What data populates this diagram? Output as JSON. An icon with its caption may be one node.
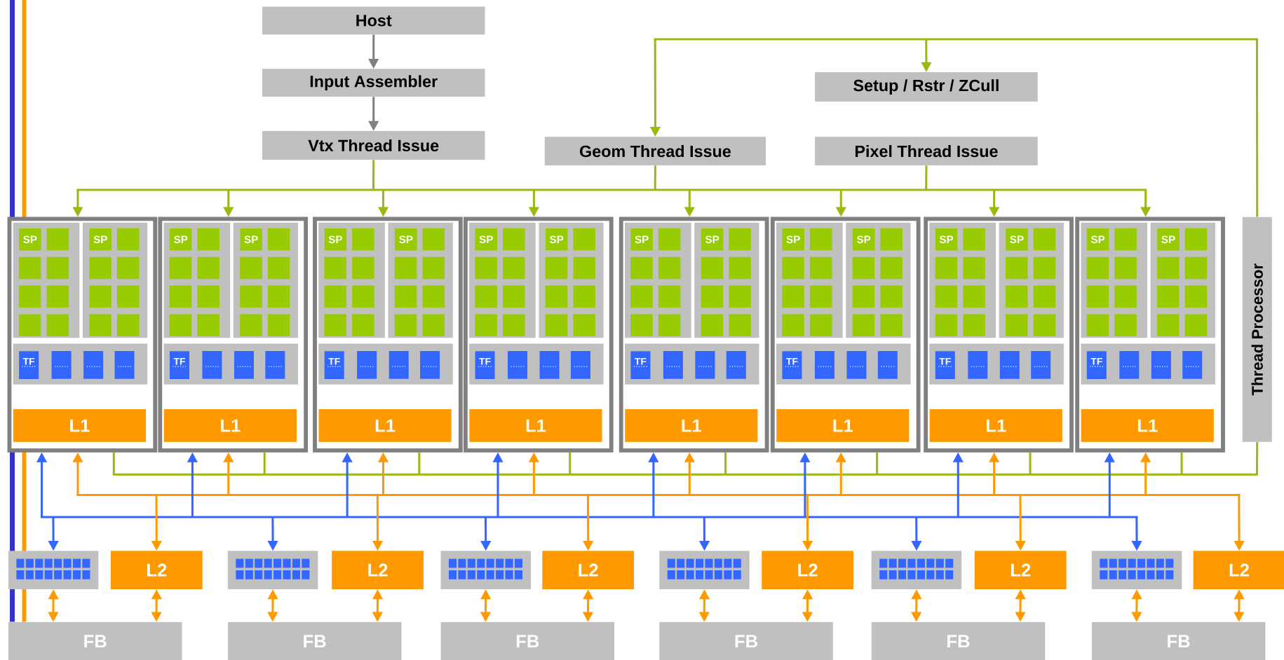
{
  "diagram": {
    "nodes": [
      {
        "text": [
          "Host"
        ]
      },
      {
        "text": [
          "Input Assembler"
        ]
      },
      {
        "text": [
          "Vtx Thread Issue"
        ]
      },
      {
        "text": [
          "Geom Thread Issue"
        ]
      },
      {
        "text": [
          "Setup / Rstr / ZCull"
        ]
      },
      {
        "text": [
          "Pixel Thread Issue"
        ]
      },
      {
        "text": [
          "Thread Processor"
        ]
      },
      {
        "text": [],
        "shape": "box"
      },
      {
        "text": [
          "SP"
        ],
        "in": 7
      },
      {
        "text": [
          "SP"
        ],
        "in": 7
      },
      {
        "text": [
          "TF"
        ],
        "in": 7
      },
      {
        "text": [
          "L1"
        ],
        "in": 7
      },
      {
        "text": [],
        "shape": "box"
      },
      {
        "text": [
          "SP"
        ],
        "in": 12
      },
      {
        "text": [
          "SP"
        ],
        "in": 12
      },
      {
        "text": [
          "TF"
        ],
        "in": 12
      },
      {
        "text": [
          "L1"
        ],
        "in": 12
      },
      {
        "text": [],
        "shape": "box"
      },
      {
        "text": [
          "SP"
        ],
        "in": 17
      },
      {
        "text": [
          "SP"
        ],
        "in": 17
      },
      {
        "text": [
          "TF"
        ],
        "in": 17
      },
      {
        "text": [
          "L1"
        ],
        "in": 17
      },
      {
        "text": [],
        "shape": "box"
      },
      {
        "text": [
          "SP"
        ],
        "in": 22
      },
      {
        "text": [
          "SP"
        ],
        "in": 22
      },
      {
        "text": [
          "TF"
        ],
        "in": 22
      },
      {
        "text": [
          "L1"
        ],
        "in": 22
      },
      {
        "text": [],
        "shape": "box"
      },
      {
        "text": [
          "SP"
        ],
        "in": 27
      },
      {
        "text": [
          "SP"
        ],
        "in": 27
      },
      {
        "text": [
          "TF"
        ],
        "in": 27
      },
      {
        "text": [
          "L1"
        ],
        "in": 27
      },
      {
        "text": [],
        "shape": "box"
      },
      {
        "text": [
          "SP"
        ],
        "in": 32
      },
      {
        "text": [
          "SP"
        ],
        "in": 32
      },
      {
        "text": [
          "TF"
        ],
        "in": 32
      },
      {
        "text": [
          "L1"
        ],
        "in": 32
      },
      {
        "text": [],
        "shape": "box"
      },
      {
        "text": [
          "SP"
        ],
        "in": 37
      },
      {
        "text": [
          "SP"
        ],
        "in": 37
      },
      {
        "text": [
          "TF"
        ],
        "in": 37
      },
      {
        "text": [
          "L1"
        ],
        "in": 37
      },
      {
        "text": [],
        "shape": "box"
      },
      {
        "text": [
          "SP"
        ],
        "in": 42
      },
      {
        "text": [
          "SP"
        ],
        "in": 42
      },
      {
        "text": [
          "TF"
        ],
        "in": 42
      },
      {
        "text": [
          "L1"
        ],
        "in": 42
      },
      {
        "text": [],
        "shape": "box"
      },
      {
        "text": [
          "L2"
        ]
      },
      {
        "text": [],
        "shape": "box"
      },
      {
        "text": [
          "L2"
        ]
      },
      {
        "text": [],
        "shape": "box"
      },
      {
        "text": [
          "L2"
        ]
      },
      {
        "text": [],
        "shape": "box"
      },
      {
        "text": [
          "L2"
        ]
      },
      {
        "text": [],
        "shape": "box"
      },
      {
        "text": [
          "L2"
        ]
      },
      {
        "text": [],
        "shape": "box"
      },
      {
        "text": [
          "L2"
        ]
      },
      {
        "text": [
          "FB"
        ]
      },
      {
        "text": [
          "FB"
        ]
      },
      {
        "text": [
          "FB"
        ]
      },
      {
        "text": [
          "FB"
        ]
      },
      {
        "text": [
          "FB"
        ]
      },
      {
        "text": [
          "FB"
        ]
      }
    ],
    "edges": [
      {
        "from": 0,
        "to": 1,
        "arrow": "to",
        "color": "#808080"
      },
      {
        "from": 1,
        "to": 2,
        "arrow": "to",
        "color": "#808080"
      },
      {
        "from": 2,
        "to": 7,
        "arrow": "to",
        "color": "#99bb11"
      },
      {
        "from": 2,
        "to": 12,
        "arrow": "to",
        "color": "#99bb11"
      },
      {
        "from": 2,
        "to": 17,
        "arrow": "to",
        "color": "#99bb11"
      },
      {
        "from": 2,
        "to": 22,
        "arrow": "to",
        "color": "#99bb11"
      },
      {
        "from": 2,
        "to": 27,
        "arrow": "to",
        "color": "#99bb11"
      },
      {
        "from": 2,
        "to": 32,
        "arrow": "to",
        "color": "#99bb11"
      },
      {
        "from": 2,
        "to": 37,
        "arrow": "to",
        "color": "#99bb11"
      },
      {
        "from": 2,
        "to": 42,
        "arrow": "to",
        "color": "#99bb11"
      },
      {
        "from": 3,
        "to": 7,
        "arrow": "to",
        "color": "#99bb11"
      },
      {
        "from": 3,
        "to": 12,
        "arrow": "to",
        "color": "#99bb11"
      },
      {
        "from": 3,
        "to": 17,
        "arrow": "to",
        "color": "#99bb11"
      },
      {
        "from": 3,
        "to": 22,
        "arrow": "to",
        "color": "#99bb11"
      },
      {
        "from": 3,
        "to": 27,
        "arrow": "to",
        "color": "#99bb11"
      },
      {
        "from": 3,
        "to": 32,
        "arrow": "to",
        "color": "#99bb11"
      },
      {
        "from": 3,
        "to": 37,
        "arrow": "to",
        "color": "#99bb11"
      },
      {
        "from": 3,
        "to": 42,
        "arrow": "to",
        "color": "#99bb11"
      },
      {
        "from": 5,
        "to": 7,
        "arrow": "to",
        "color": "#99bb11"
      },
      {
        "from": 5,
        "to": 12,
        "arrow": "to",
        "color": "#99bb11"
      },
      {
        "from": 5,
        "to": 17,
        "arrow": "to",
        "color": "#99bb11"
      },
      {
        "from": 5,
        "to": 22,
        "arrow": "to",
        "color": "#99bb11"
      },
      {
        "from": 5,
        "to": 27,
        "arrow": "to",
        "color": "#99bb11"
      },
      {
        "from": 5,
        "to": 32,
        "arrow": "to",
        "color": "#99bb11"
      },
      {
        "from": 5,
        "to": 37,
        "arrow": "to",
        "color": "#99bb11"
      },
      {
        "from": 5,
        "to": 42,
        "arrow": "to",
        "color": "#99bb11"
      },
      {
        "from": 7,
        "to": 6,
        "arrow": "none",
        "color": "#99bb11"
      },
      {
        "from": 12,
        "to": 6,
        "arrow": "none",
        "color": "#99bb11"
      },
      {
        "from": 17,
        "to": 6,
        "arrow": "none",
        "color": "#99bb11"
      },
      {
        "from": 22,
        "to": 6,
        "arrow": "none",
        "color": "#99bb11"
      },
      {
        "from": 27,
        "to": 6,
        "arrow": "none",
        "color": "#99bb11"
      },
      {
        "from": 32,
        "to": 6,
        "arrow": "none",
        "color": "#99bb11"
      },
      {
        "from": 37,
        "to": 6,
        "arrow": "none",
        "color": "#99bb11"
      },
      {
        "from": 42,
        "to": 6,
        "arrow": "none",
        "color": "#99bb11"
      },
      {
        "from": 6,
        "to": 4,
        "arrow": "to",
        "color": "#99bb11"
      },
      {
        "from": 6,
        "to": 3,
        "arrow": "to",
        "color": "#99bb11"
      },
      {
        "from": 47,
        "to": 7,
        "arrow": "both",
        "color": "#3366ff"
      },
      {
        "from": 47,
        "to": 12,
        "arrow": "both",
        "color": "#3366ff"
      },
      {
        "from": 47,
        "to": 17,
        "arrow": "both",
        "color": "#3366ff"
      },
      {
        "from": 47,
        "to": 22,
        "arrow": "both",
        "color": "#3366ff"
      },
      {
        "from": 47,
        "to": 27,
        "arrow": "both",
        "color": "#3366ff"
      },
      {
        "from": 47,
        "to": 32,
        "arrow": "both",
        "color": "#3366ff"
      },
      {
        "from": 47,
        "to": 37,
        "arrow": "both",
        "color": "#3366ff"
      },
      {
        "from": 47,
        "to": 42,
        "arrow": "both",
        "color": "#3366ff"
      },
      {
        "from": 49,
        "to": 7,
        "arrow": "both",
        "color": "#3366ff"
      },
      {
        "from": 49,
        "to": 12,
        "arrow": "both",
        "color": "#3366ff"
      },
      {
        "from": 49,
        "to": 17,
        "arrow": "both",
        "color": "#3366ff"
      },
      {
        "from": 49,
        "to": 22,
        "arrow": "both",
        "color": "#3366ff"
      },
      {
        "from": 49,
        "to": 27,
        "arrow": "both",
        "color": "#3366ff"
      },
      {
        "from": 49,
        "to": 32,
        "arrow": "both",
        "color": "#3366ff"
      },
      {
        "from": 49,
        "to": 37,
        "arrow": "both",
        "color": "#3366ff"
      },
      {
        "from": 49,
        "to": 42,
        "arrow": "both",
        "color": "#3366ff"
      },
      {
        "from": 51,
        "to": 7,
        "arrow": "both",
        "color": "#3366ff"
      },
      {
        "from": 51,
        "to": 12,
        "arrow": "both",
        "color": "#3366ff"
      },
      {
        "from": 51,
        "to": 17,
        "arrow": "both",
        "color": "#3366ff"
      },
      {
        "from": 51,
        "to": 22,
        "arrow": "both",
        "color": "#3366ff"
      },
      {
        "from": 51,
        "to": 27,
        "arrow": "both",
        "color": "#3366ff"
      },
      {
        "from": 51,
        "to": 32,
        "arrow": "both",
        "color": "#3366ff"
      },
      {
        "from": 51,
        "to": 37,
        "arrow": "both",
        "color": "#3366ff"
      },
      {
        "from": 51,
        "to": 42,
        "arrow": "both",
        "color": "#3366ff"
      },
      {
        "from": 53,
        "to": 7,
        "arrow": "both",
        "color": "#3366ff"
      },
      {
        "from": 53,
        "to": 12,
        "arrow": "both",
        "color": "#3366ff"
      },
      {
        "from": 53,
        "to": 17,
        "arrow": "both",
        "color": "#3366ff"
      },
      {
        "from": 53,
        "to": 22,
        "arrow": "both",
        "color": "#3366ff"
      },
      {
        "from": 53,
        "to": 27,
        "arrow": "both",
        "color": "#3366ff"
      },
      {
        "from": 53,
        "to": 32,
        "arrow": "both",
        "color": "#3366ff"
      },
      {
        "from": 53,
        "to": 37,
        "arrow": "both",
        "color": "#3366ff"
      },
      {
        "from": 53,
        "to": 42,
        "arrow": "both",
        "color": "#3366ff"
      },
      {
        "from": 55,
        "to": 7,
        "arrow": "both",
        "color": "#3366ff"
      },
      {
        "from": 55,
        "to": 12,
        "arrow": "both",
        "color": "#3366ff"
      },
      {
        "from": 55,
        "to": 17,
        "arrow": "both",
        "color": "#3366ff"
      },
      {
        "from": 55,
        "to": 22,
        "arrow": "both",
        "color": "#3366ff"
      },
      {
        "from": 55,
        "to": 27,
        "arrow": "both",
        "color": "#3366ff"
      },
      {
        "from": 55,
        "to": 32,
        "arrow": "both",
        "color": "#3366ff"
      },
      {
        "from": 55,
        "to": 37,
        "arrow": "both",
        "color": "#3366ff"
      },
      {
        "from": 55,
        "to": 42,
        "arrow": "both",
        "color": "#3366ff"
      },
      {
        "from": 57,
        "to": 7,
        "arrow": "both",
        "color": "#3366ff"
      },
      {
        "from": 57,
        "to": 12,
        "arrow": "both",
        "color": "#3366ff"
      },
      {
        "from": 57,
        "to": 17,
        "arrow": "both",
        "color": "#3366ff"
      },
      {
        "from": 57,
        "to": 22,
        "arrow": "both",
        "color": "#3366ff"
      },
      {
        "from": 57,
        "to": 27,
        "arrow": "both",
        "color": "#3366ff"
      },
      {
        "from": 57,
        "to": 32,
        "arrow": "both",
        "color": "#3366ff"
      },
      {
        "from": 57,
        "to": 37,
        "arrow": "both",
        "color": "#3366ff"
      },
      {
        "from": 57,
        "to": 42,
        "arrow": "both",
        "color": "#3366ff"
      },
      {
        "from": 48,
        "to": 7,
        "arrow": "both",
        "color": "#ff9900"
      },
      {
        "from": 48,
        "to": 12,
        "arrow": "both",
        "color": "#ff9900"
      },
      {
        "from": 48,
        "to": 17,
        "arrow": "both",
        "color": "#ff9900"
      },
      {
        "from": 48,
        "to": 22,
        "arrow": "both",
        "color": "#ff9900"
      },
      {
        "from": 48,
        "to": 27,
        "arrow": "both",
        "color": "#ff9900"
      },
      {
        "from": 48,
        "to": 32,
        "arrow": "both",
        "color": "#ff9900"
      },
      {
        "from": 48,
        "to": 37,
        "arrow": "both",
        "color": "#ff9900"
      },
      {
        "from": 48,
        "to": 42,
        "arrow": "both",
        "color": "#ff9900"
      },
      {
        "from": 50,
        "to": 7,
        "arrow": "both",
        "color": "#ff9900"
      },
      {
        "from": 50,
        "to": 12,
        "arrow": "both",
        "color": "#ff9900"
      },
      {
        "from": 50,
        "to": 17,
        "arrow": "both",
        "color": "#ff9900"
      },
      {
        "from": 50,
        "to": 22,
        "arrow": "both",
        "color": "#ff9900"
      },
      {
        "from": 50,
        "to": 27,
        "arrow": "both",
        "color": "#ff9900"
      },
      {
        "from": 50,
        "to": 32,
        "arrow": "both",
        "color": "#ff9900"
      },
      {
        "from": 50,
        "to": 37,
        "arrow": "both",
        "color": "#ff9900"
      },
      {
        "from": 50,
        "to": 42,
        "arrow": "both",
        "color": "#ff9900"
      },
      {
        "from": 52,
        "to": 7,
        "arrow": "both",
        "color": "#ff9900"
      },
      {
        "from": 52,
        "to": 12,
        "arrow": "both",
        "color": "#ff9900"
      },
      {
        "from": 52,
        "to": 17,
        "arrow": "both",
        "color": "#ff9900"
      },
      {
        "from": 52,
        "to": 22,
        "arrow": "both",
        "color": "#ff9900"
      },
      {
        "from": 52,
        "to": 27,
        "arrow": "both",
        "color": "#ff9900"
      },
      {
        "from": 52,
        "to": 32,
        "arrow": "both",
        "color": "#ff9900"
      },
      {
        "from": 52,
        "to": 37,
        "arrow": "both",
        "color": "#ff9900"
      },
      {
        "from": 52,
        "to": 42,
        "arrow": "both",
        "color": "#ff9900"
      },
      {
        "from": 54,
        "to": 7,
        "arrow": "both",
        "color": "#ff9900"
      },
      {
        "from": 54,
        "to": 12,
        "arrow": "both",
        "color": "#ff9900"
      },
      {
        "from": 54,
        "to": 17,
        "arrow": "both",
        "color": "#ff9900"
      },
      {
        "from": 54,
        "to": 22,
        "arrow": "both",
        "color": "#ff9900"
      },
      {
        "from": 54,
        "to": 27,
        "arrow": "both",
        "color": "#ff9900"
      },
      {
        "from": 54,
        "to": 32,
        "arrow": "both",
        "color": "#ff9900"
      },
      {
        "from": 54,
        "to": 37,
        "arrow": "both",
        "color": "#ff9900"
      },
      {
        "from": 54,
        "to": 42,
        "arrow": "both",
        "color": "#ff9900"
      },
      {
        "from": 56,
        "to": 7,
        "arrow": "both",
        "color": "#ff9900"
      },
      {
        "from": 56,
        "to": 12,
        "arrow": "both",
        "color": "#ff9900"
      },
      {
        "from": 56,
        "to": 17,
        "arrow": "both",
        "color": "#ff9900"
      },
      {
        "from": 56,
        "to": 22,
        "arrow": "both",
        "color": "#ff9900"
      },
      {
        "from": 56,
        "to": 27,
        "arrow": "both",
        "color": "#ff9900"
      },
      {
        "from": 56,
        "to": 32,
        "arrow": "both",
        "color": "#ff9900"
      },
      {
        "from": 56,
        "to": 37,
        "arrow": "both",
        "color": "#ff9900"
      },
      {
        "from": 56,
        "to": 42,
        "arrow": "both",
        "color": "#ff9900"
      },
      {
        "from": 58,
        "to": 7,
        "arrow": "both",
        "color": "#ff9900"
      },
      {
        "from": 58,
        "to": 12,
        "arrow": "both",
        "color": "#ff9900"
      },
      {
        "from": 58,
        "to": 17,
        "arrow": "both",
        "color": "#ff9900"
      },
      {
        "from": 58,
        "to": 22,
        "arrow": "both",
        "color": "#ff9900"
      },
      {
        "from": 58,
        "to": 27,
        "arrow": "both",
        "color": "#ff9900"
      },
      {
        "from": 58,
        "to": 32,
        "arrow": "both",
        "color": "#ff9900"
      },
      {
        "from": 58,
        "to": 37,
        "arrow": "both",
        "color": "#ff9900"
      },
      {
        "from": 58,
        "to": 42,
        "arrow": "both",
        "color": "#ff9900"
      },
      {
        "from": 47,
        "to": 59,
        "arrow": "both",
        "color": "#ff9900"
      },
      {
        "from": 48,
        "to": 59,
        "arrow": "both",
        "color": "#ff9900"
      },
      {
        "from": 49,
        "to": 60,
        "arrow": "both",
        "color": "#ff9900"
      },
      {
        "from": 50,
        "to": 60,
        "arrow": "both",
        "color": "#ff9900"
      },
      {
        "from": 51,
        "to": 61,
        "arrow": "both",
        "color": "#ff9900"
      },
      {
        "from": 52,
        "to": 61,
        "arrow": "both",
        "color": "#ff9900"
      },
      {
        "from": 53,
        "to": 62,
        "arrow": "both",
        "color": "#ff9900"
      },
      {
        "from": 54,
        "to": 62,
        "arrow": "both",
        "color": "#ff9900"
      },
      {
        "from": 55,
        "to": 63,
        "arrow": "both",
        "color": "#ff9900"
      },
      {
        "from": 56,
        "to": 63,
        "arrow": "both",
        "color": "#ff9900"
      },
      {
        "from": 57,
        "to": 64,
        "arrow": "both",
        "color": "#ff9900"
      },
      {
        "from": 58,
        "to": 64,
        "arrow": "both",
        "color": "#ff9900"
      }
    ]
  }
}
